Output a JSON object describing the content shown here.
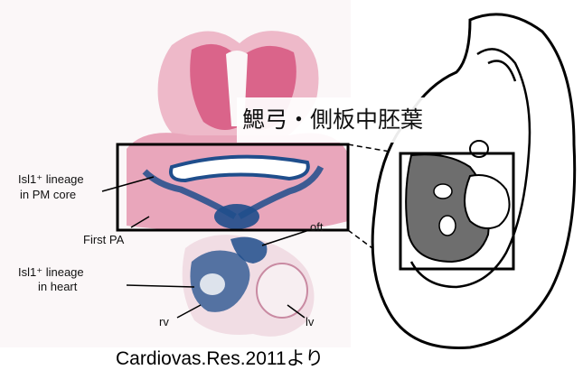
{
  "figure": {
    "title": "鰓弓・側板中胚葉",
    "labels": {
      "isl1_pm_core_line1": "Isl1⁺ lineage",
      "isl1_pm_core_line2": "in PM core",
      "first_pa": "First PA",
      "isl1_heart_line1": "Isl1⁺ lineage",
      "isl1_heart_line2": "in heart",
      "oft": "oft",
      "rv": "rv",
      "lv": "lv"
    },
    "caption": "Cardiovas.Res.2011より"
  },
  "colors": {
    "tissue_pink": "#e9a6bb",
    "tissue_magenta": "#d6557f",
    "stain_blue": "#1f4e8c",
    "schematic_gray": "#6e6e6e"
  }
}
